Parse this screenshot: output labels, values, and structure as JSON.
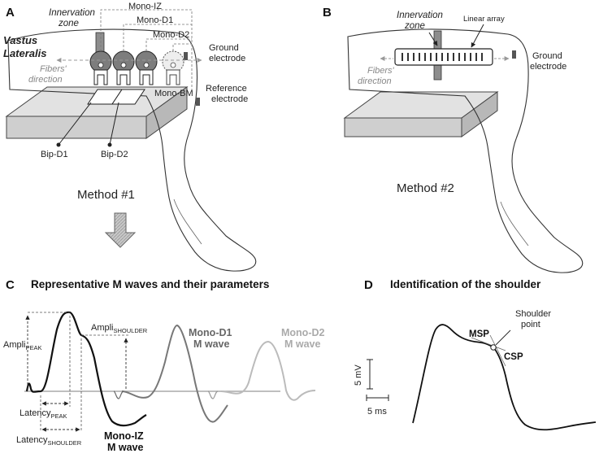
{
  "panels": {
    "a": {
      "letter": "A",
      "muscle_line1": "Vastus",
      "muscle_line2": "Lateralis",
      "innervation_line1": "Innervation",
      "innervation_line2": "zone",
      "mono_iz": "Mono-IZ",
      "mono_d1": "Mono-D1",
      "mono_d2": "Mono-D2",
      "mono_bm": "Mono-BM",
      "ground_line1": "Ground",
      "ground_line2": "electrode",
      "reference_line1": "Reference",
      "reference_line2": "electrode",
      "fibers_line1": "Fibers'",
      "fibers_line2": "direction",
      "bip_d1": "Bip-D1",
      "bip_d2": "Bip-D2",
      "method": "Method #1"
    },
    "b": {
      "letter": "B",
      "innervation_line1": "Innervation",
      "innervation_line2": "zone",
      "linear_array": "Linear array",
      "ground_line1": "Ground",
      "ground_line2": "electrode",
      "fibers_line1": "Fibers'",
      "fibers_line2": "direction",
      "method": "Method #2"
    },
    "c": {
      "letter": "C",
      "title": "Representative M waves and their parameters",
      "ampli_peak": "Ampli",
      "ampli_peak_sub": "PEAK",
      "ampli_shoulder": "Ampli",
      "ampli_shoulder_sub": "SHOULDER",
      "latency_peak": "Latency",
      "latency_peak_sub": "PEAK",
      "latency_shoulder": "Latency",
      "latency_shoulder_sub": "SHOULDER",
      "mono_iz_line1": "Mono-IZ",
      "mono_iz_line2": "M wave",
      "mono_d1_line1": "Mono-D1",
      "mono_d1_line2": "M wave",
      "mono_d2_line1": "Mono-D2",
      "mono_d2_line2": "M wave"
    },
    "d": {
      "letter": "D",
      "title": "Identification of the shoulder",
      "msp": "MSP",
      "csp": "CSP",
      "shoulder_line1": "Shoulder",
      "shoulder_line2": "point",
      "scale_v": "5 mV",
      "scale_t": "5 ms"
    }
  },
  "colors": {
    "line": "#222222",
    "electrode_grey": "#8a8a8a",
    "wave_dark_grey": "#777777",
    "wave_light_grey": "#bbbbbb",
    "arrow_fill": "#b5b5b5"
  }
}
